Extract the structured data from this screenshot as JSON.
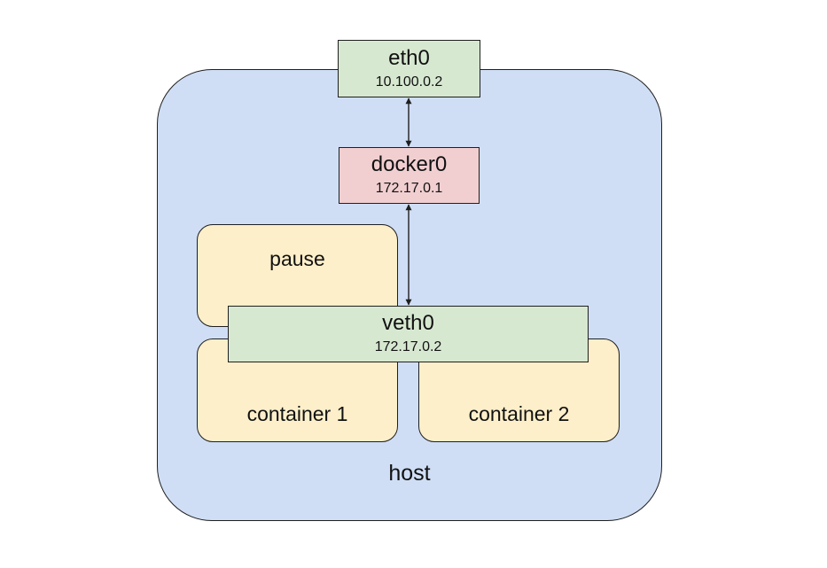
{
  "nodes": {
    "eth0": {
      "name": "eth0",
      "ip": "10.100.0.2"
    },
    "docker0": {
      "name": "docker0",
      "ip": "172.17.0.1"
    },
    "veth0": {
      "name": "veth0",
      "ip": "172.17.0.2"
    },
    "pause": {
      "name": "pause"
    },
    "container1": {
      "name": "container 1"
    },
    "container2": {
      "name": "container 2"
    },
    "host": {
      "name": "host"
    }
  },
  "links": [
    {
      "from": "eth0",
      "to": "docker0",
      "style": "double-arrow"
    },
    {
      "from": "docker0",
      "to": "veth0",
      "style": "double-arrow"
    }
  ],
  "colors": {
    "host_fill": "#cfdef5",
    "interface_green": "#d7e8d1",
    "bridge_pink": "#f1cfd1",
    "container_cream": "#fdefc9",
    "stroke": "#1f1f1f"
  }
}
